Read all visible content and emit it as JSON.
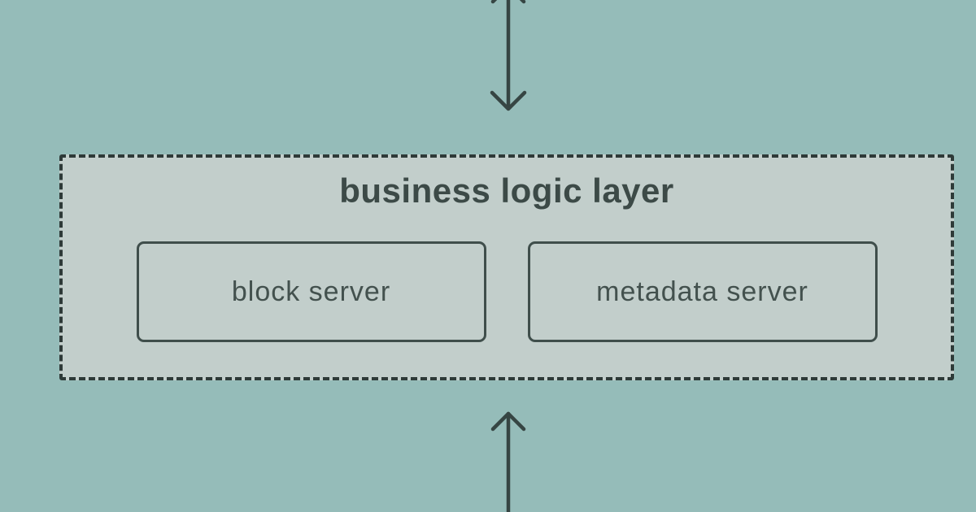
{
  "theme": {
    "canvas_bg": "#95bcb9",
    "panel_fill": "#c2cecb",
    "dash_border_color": "#2e3a38",
    "node_border_color": "#3f4e4b",
    "title_color": "#3c4a47",
    "node_text_color": "#43514e",
    "arrow_color": "#364543"
  },
  "diagram": {
    "title": "business logic layer",
    "nodes": [
      {
        "label": "block server"
      },
      {
        "label": "metadata server"
      }
    ],
    "arrows": [
      {
        "name": "top-connector",
        "direction": "down"
      },
      {
        "name": "bottom-connector",
        "direction": "up"
      }
    ]
  }
}
